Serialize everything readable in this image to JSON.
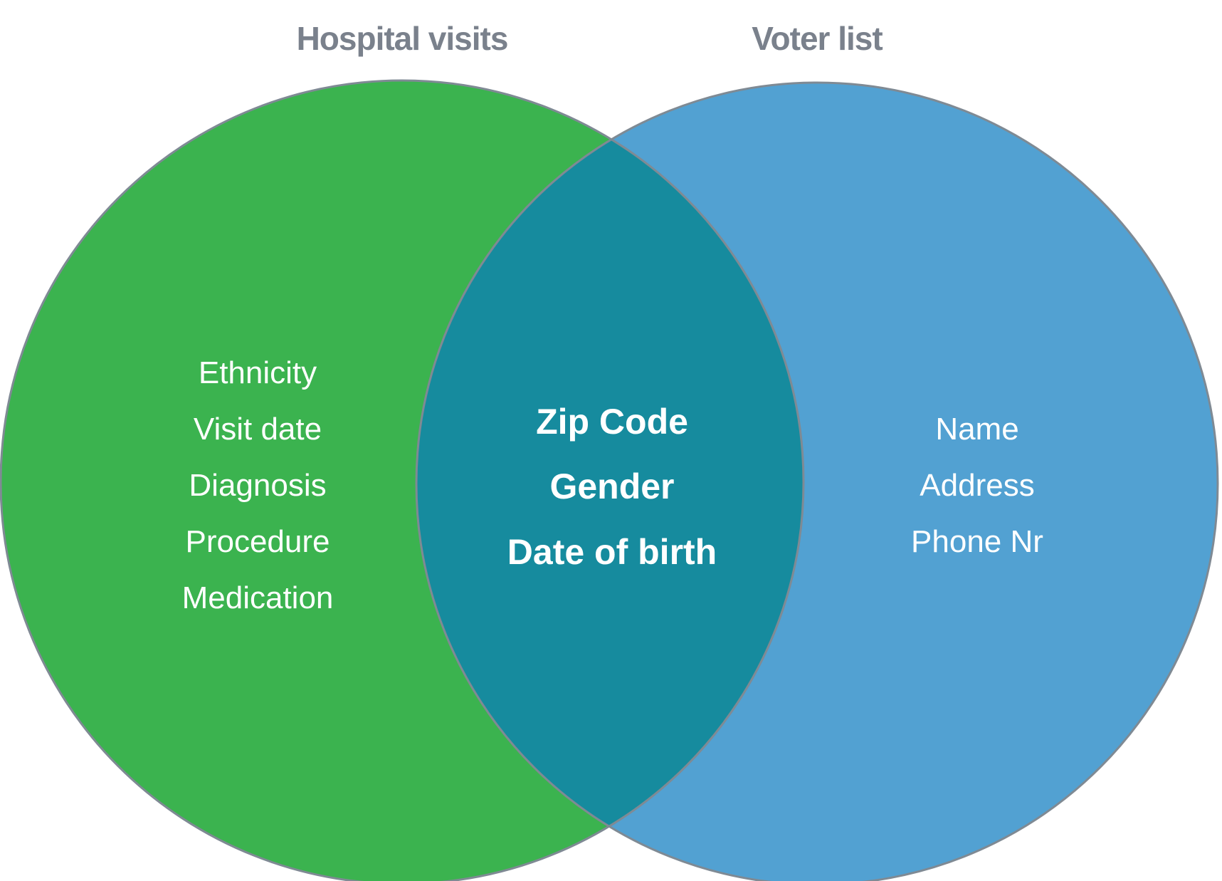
{
  "colors": {
    "left": "#3bb34f",
    "right": "#52a1d2",
    "overlap": "#168b9e",
    "outline": "#7f8a94",
    "title": "#7a818c",
    "text": "#ffffff"
  },
  "left_set": {
    "title": "Hospital visits",
    "items": [
      "Ethnicity",
      "Visit date",
      "Diagnosis",
      "Procedure",
      "Medication"
    ]
  },
  "right_set": {
    "title": "Voter list",
    "items": [
      "Name",
      "Address",
      "Phone Nr"
    ]
  },
  "intersection": {
    "items": [
      "Zip Code",
      "Gender",
      "Date of birth"
    ]
  }
}
